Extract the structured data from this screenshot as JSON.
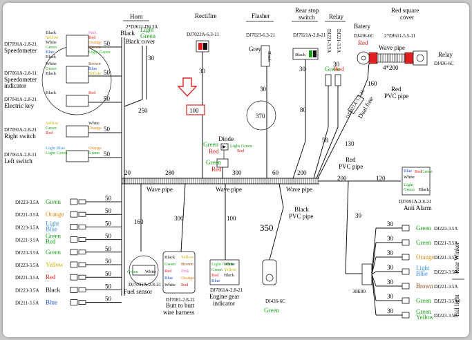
{
  "colors": {
    "red": "#e02020",
    "green": "#16a316",
    "blue": "#1f4fe0",
    "orange": "#e08a10",
    "yellow": "#c9b400",
    "pink": "#e070c0",
    "brown": "#8b4513",
    "lightgreen": "#22bb22",
    "lightblue": "#3a8fe0"
  },
  "horn": {
    "title": "Horn",
    "code": "2*DJ621-D6.3A",
    "wire_len": "30",
    "black_label": "Black",
    "light_green": "Light\nGreen",
    "black_cover": "Black cover"
  },
  "rectifier": {
    "title": "Rectifire",
    "code": "DJ7022A-6.3-11",
    "len_30": "30",
    "len_100": "100"
  },
  "flasher": {
    "title": "Flasher",
    "code": "DJ7023-6.3-21",
    "grey": "Grey",
    "black": "Black",
    "len_370": "370"
  },
  "rear_stop": {
    "title": "Rear stop\nswitch",
    "code": "DJ7021A-2.8-21",
    "black": "Black",
    "green": "Green",
    "len": "30",
    "len_80": "80"
  },
  "relay_top": {
    "title": "Relay",
    "code1": "DJ221-3.5A",
    "code2": "DJ221-3.5A",
    "green": "Green",
    "red": "Red",
    "len": "30"
  },
  "battery": {
    "title": "Batery",
    "code": "DJ436-6C",
    "red": "Red"
  },
  "red_square_cover": {
    "title": "Red square\ncover",
    "code": "2*DJ611-5.5-11",
    "wave_pipe": "Wave pipe",
    "size": "4*200"
  },
  "relay_right": {
    "title": "Relay",
    "code": "DJ436-6C"
  },
  "red_pvc_top": {
    "len": "160",
    "label": "Red\nPVC pipe",
    "fuse_code": "DJ7021A-1.5-21",
    "dual_fuse": "Dual fuse"
  },
  "left_components": [
    {
      "code": "DJ7091A-2.8-21",
      "name": "Speedometer",
      "wire": "50"
    },
    {
      "code": "DJ7061A-2.8-11",
      "name": "Speedometer\nindicator",
      "wire": "50"
    },
    {
      "code": "DJ7041A-2.8-21",
      "name": "Electric key",
      "wire": "50"
    },
    {
      "code": "DJ7091A-2.8-21",
      "name": "Right switch",
      "wire": "50"
    },
    {
      "code": "DJ7061A-2.8-11",
      "name": "Left switch",
      "wire": "50"
    }
  ],
  "speedometer_colors": [
    "Black",
    "Pink",
    "Yellow",
    "Red",
    "White",
    "Orange",
    "Green",
    "Brown",
    "Blue",
    "Light Green",
    "Black"
  ],
  "speedometer_ind_colors": [
    "White",
    "Brown",
    "Green",
    "Blue",
    "Black",
    "Yellow"
  ],
  "key_colors": [
    "Black",
    "Red"
  ],
  "right_switch_colors": [
    "Yellow",
    "White",
    "Green",
    "Orange",
    "Red"
  ],
  "left_switch_colors": [
    "Light Blue",
    "Orange",
    "Light Green",
    "Green"
  ],
  "main_harness": {
    "len_250": "250",
    "len_20": "20",
    "len_280": "280",
    "len_300": "300",
    "len_60": "60",
    "len_200": "200",
    "len_120": "120",
    "len_130": "130",
    "len_58": "58",
    "wave_pipe": "Wave pipe"
  },
  "diode": {
    "title": "Diode",
    "green": "Green",
    "red": "Red",
    "light_green": "Light Green",
    "red2": "Red"
  },
  "middle_conn": {
    "green": "Green",
    "red": "Red"
  },
  "red_pvc_mid": {
    "label": "Red\nPVC pipe"
  },
  "anti_alarm": {
    "title": "Anti Alarm",
    "code": "DJ7091A-2.8-21",
    "white": "White",
    "blue": "Blue",
    "red": "Red",
    "green": "Green",
    "light_green": "Light\nGreen",
    "black": "Black",
    "len": "200"
  },
  "left_terminals": [
    {
      "code": "DJ223-3.5A",
      "color": "Green",
      "key": "green",
      "wire": "50"
    },
    {
      "code": "DJ221-3.5A",
      "color": "Orange",
      "key": "orange",
      "wire": "50"
    },
    {
      "code": "DJ223-3.5A",
      "color": "Light\nBlue",
      "key": "lightblue",
      "wire": "50"
    },
    {
      "code": "DJ221-3.5A",
      "color": "Green\nRed",
      "key": "green",
      "wire": "50"
    },
    {
      "code": "DJ223-3.5A",
      "color": "Green",
      "key": "green",
      "wire": "50"
    },
    {
      "code": "DJ223-3.5A",
      "color": "Yellow",
      "key": "yellow",
      "wire": "50"
    },
    {
      "code": "DJ221-3.5A",
      "color": "Red",
      "key": "red",
      "wire": "50"
    },
    {
      "code": "DJ223-3.5A",
      "color": "Black",
      "key": "brown",
      "wire": "50"
    },
    {
      "code": "DJ211-3.5A",
      "color": "Blue",
      "key": "blue",
      "wire": "50"
    }
  ],
  "fuel_sensor": {
    "title": "Fuel sensor",
    "code": "DJ7031A-2.8-21",
    "green": "Green",
    "white": "White",
    "len": "160"
  },
  "butt": {
    "title": "Butt to butt\nwire harness",
    "code": "DJ7081-2.8-21",
    "len": "300",
    "colors": [
      "Black",
      "Green",
      "Red",
      "Blue",
      "White",
      "Yellow",
      "Brown",
      "Pink",
      "Orange",
      "Red"
    ]
  },
  "engine_gear": {
    "title": "Engine gear\nindicator",
    "code": "DJ7061A-2.8-21",
    "len": "100",
    "colors": [
      "Light Green",
      "Green",
      "Red",
      "Blue",
      "White",
      "Yellow",
      "Black"
    ]
  },
  "black_pvc": {
    "label": "Black\nPVC pipe",
    "len": "350",
    "code": "DJ436-6C",
    "color": "Green"
  },
  "rear_right": {
    "len": "30",
    "code_30k": "30K80",
    "rear_winker": "Rear Winker",
    "tail_light": "Tail light",
    "rows": [
      {
        "color": "Green",
        "key": "green",
        "code": "DJ223-3.5A",
        "wire": "30"
      },
      {
        "color": "Green",
        "key": "green",
        "code": "DJ221-3.5A",
        "wire": "30"
      },
      {
        "color": "Orange",
        "key": "orange",
        "code": "DJ221-3.5A",
        "wire": "30"
      },
      {
        "color": "Light\nBlue",
        "key": "lightblue",
        "code": "DJ223-3.5A",
        "wire": "30"
      },
      {
        "color": "Brown",
        "key": "brown",
        "code": "DJ221-3.5A",
        "wire": "30"
      },
      {
        "color": "Green",
        "key": "green",
        "code": "DJ221-3.5A",
        "wire": "30"
      },
      {
        "color": "Green\nYellow",
        "key": "green",
        "code": "DJ223-3.5A",
        "wire": "30"
      }
    ]
  }
}
